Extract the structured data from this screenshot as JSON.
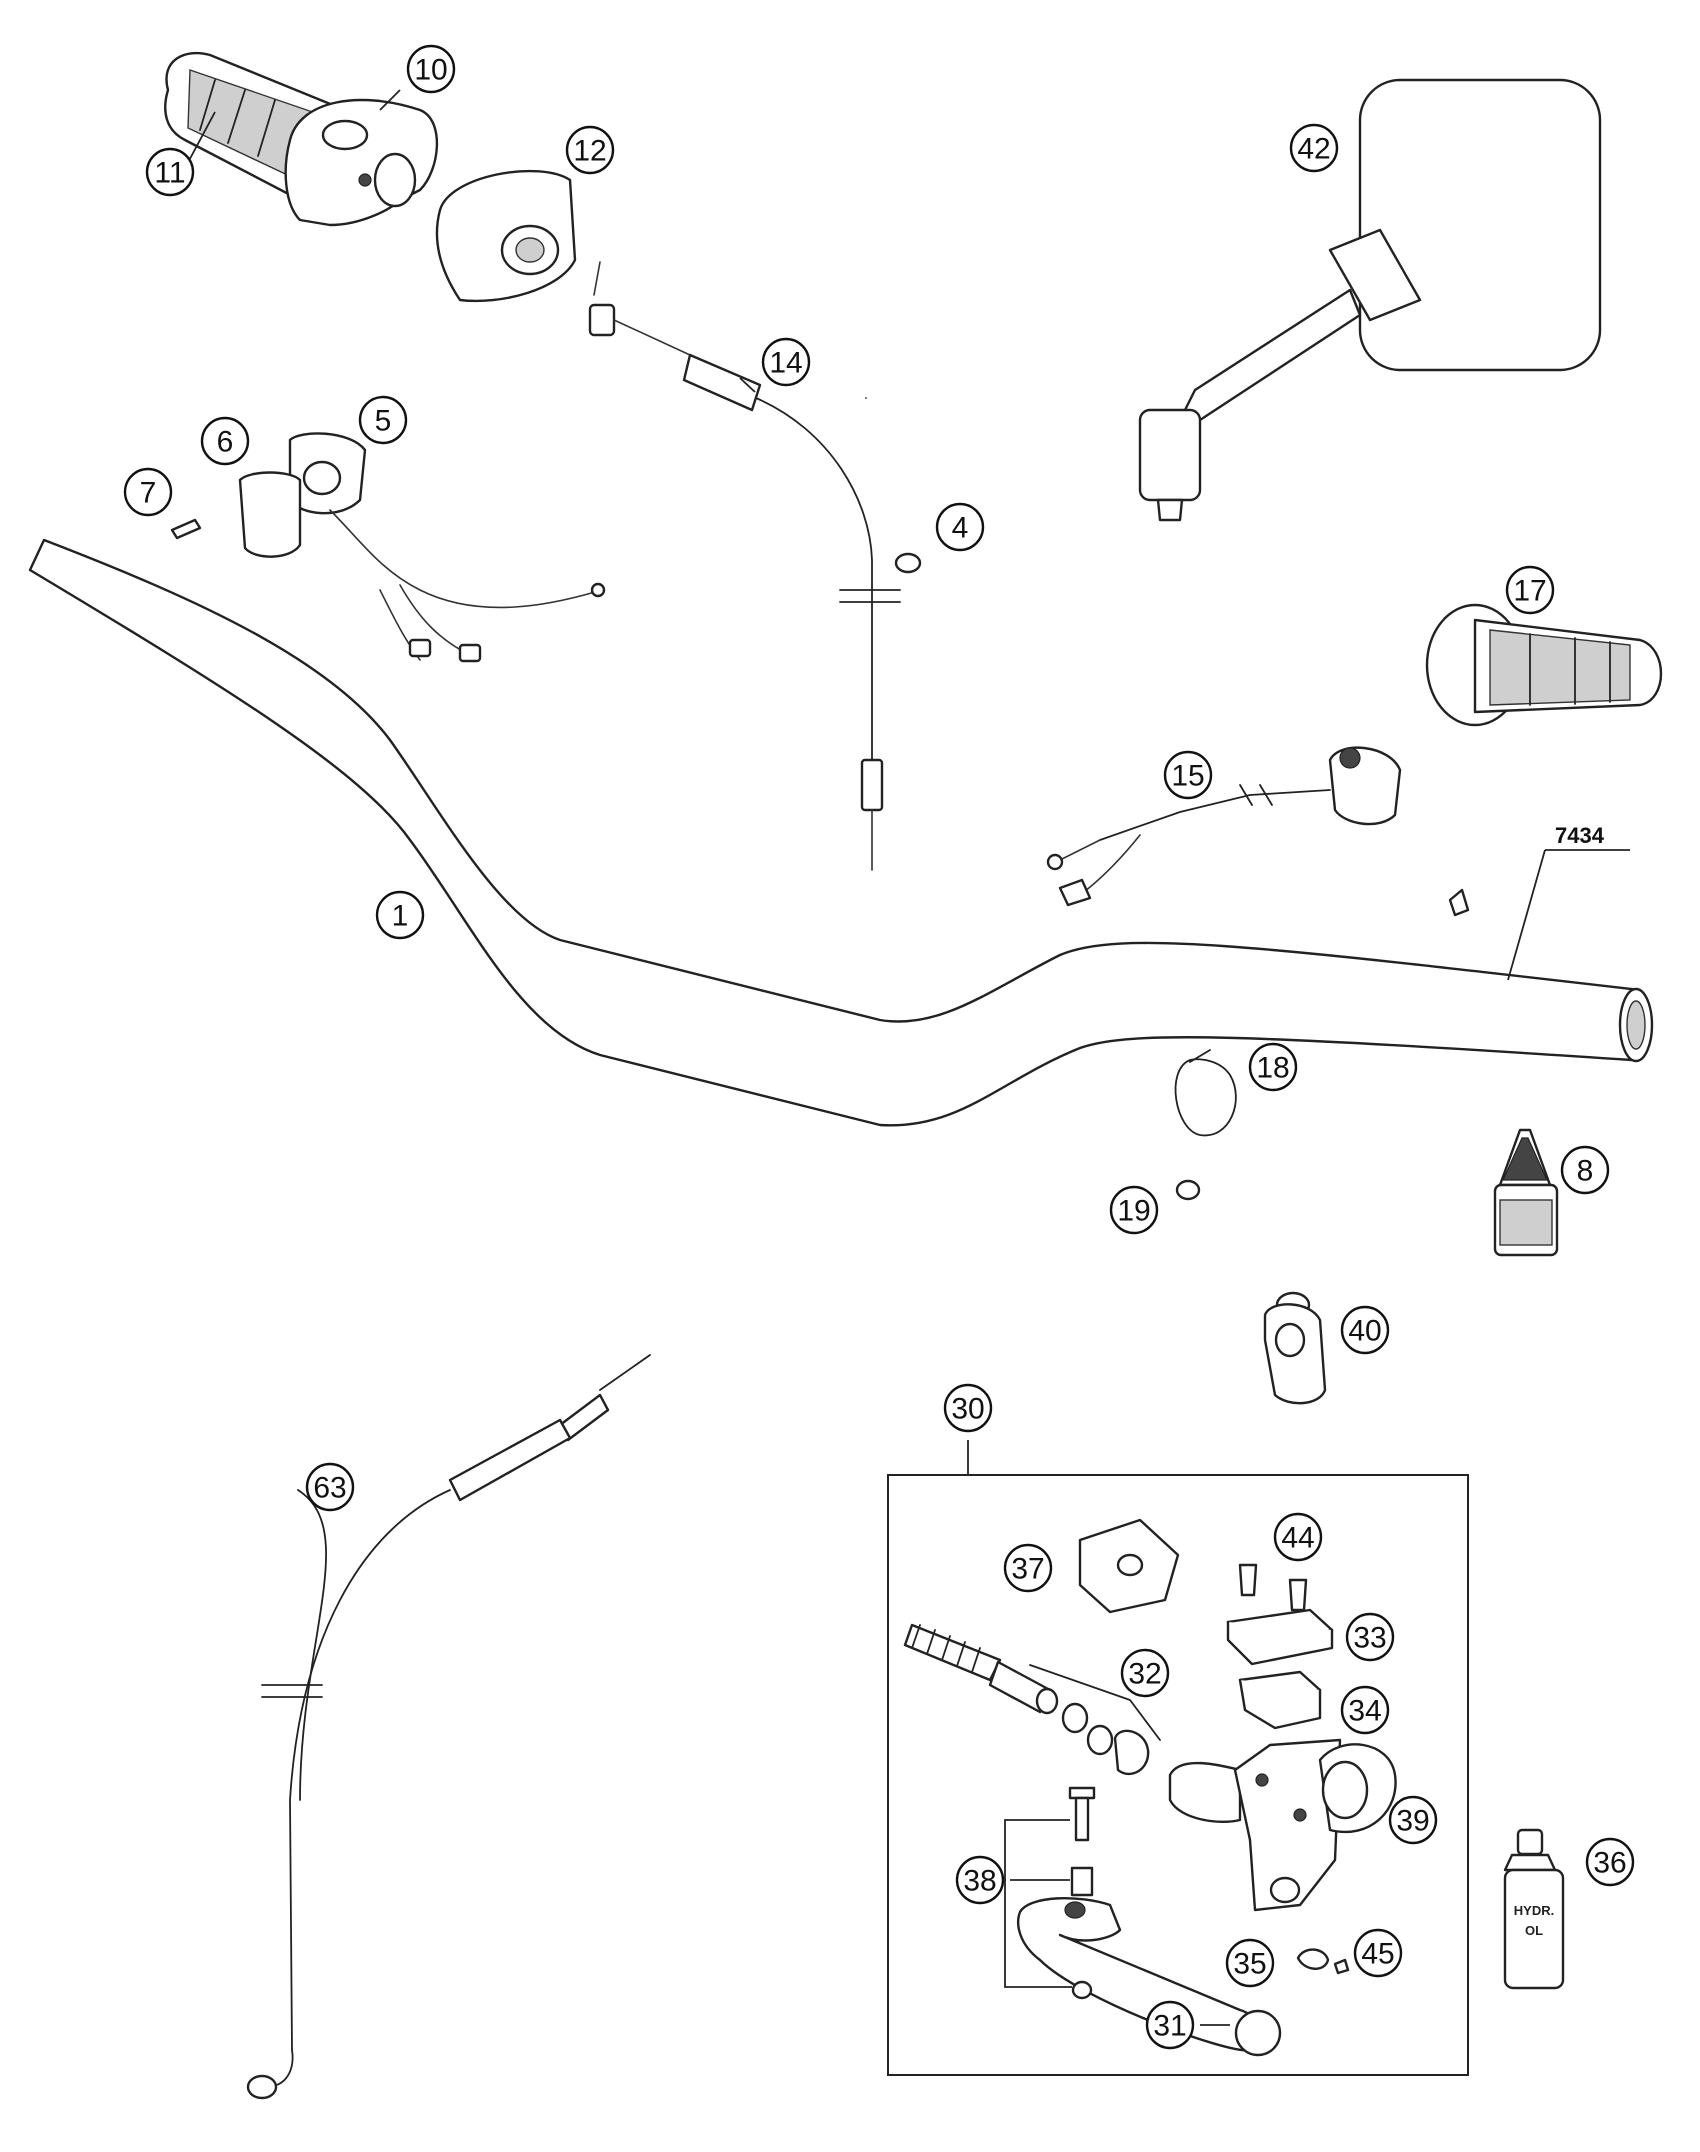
{
  "diagram": {
    "callouts": [
      {
        "id": "1",
        "label": "1"
      },
      {
        "id": "4",
        "label": "4"
      },
      {
        "id": "5",
        "label": "5"
      },
      {
        "id": "6",
        "label": "6"
      },
      {
        "id": "7",
        "label": "7"
      },
      {
        "id": "8",
        "label": "8"
      },
      {
        "id": "10",
        "label": "10"
      },
      {
        "id": "11",
        "label": "11"
      },
      {
        "id": "12",
        "label": "12"
      },
      {
        "id": "14",
        "label": "14"
      },
      {
        "id": "15",
        "label": "15"
      },
      {
        "id": "17",
        "label": "17"
      },
      {
        "id": "18",
        "label": "18"
      },
      {
        "id": "19",
        "label": "19"
      },
      {
        "id": "30",
        "label": "30"
      },
      {
        "id": "31",
        "label": "31"
      },
      {
        "id": "32",
        "label": "32"
      },
      {
        "id": "33",
        "label": "33"
      },
      {
        "id": "34",
        "label": "34"
      },
      {
        "id": "35",
        "label": "35"
      },
      {
        "id": "36",
        "label": "36"
      },
      {
        "id": "37",
        "label": "37"
      },
      {
        "id": "38",
        "label": "38"
      },
      {
        "id": "39",
        "label": "39"
      },
      {
        "id": "40",
        "label": "40"
      },
      {
        "id": "42",
        "label": "42"
      },
      {
        "id": "44",
        "label": "44"
      },
      {
        "id": "45",
        "label": "45"
      },
      {
        "id": "63",
        "label": "63"
      }
    ],
    "code_label": "7434",
    "bottle_label_line1": "HYDR.",
    "bottle_label_line2": "OL"
  }
}
